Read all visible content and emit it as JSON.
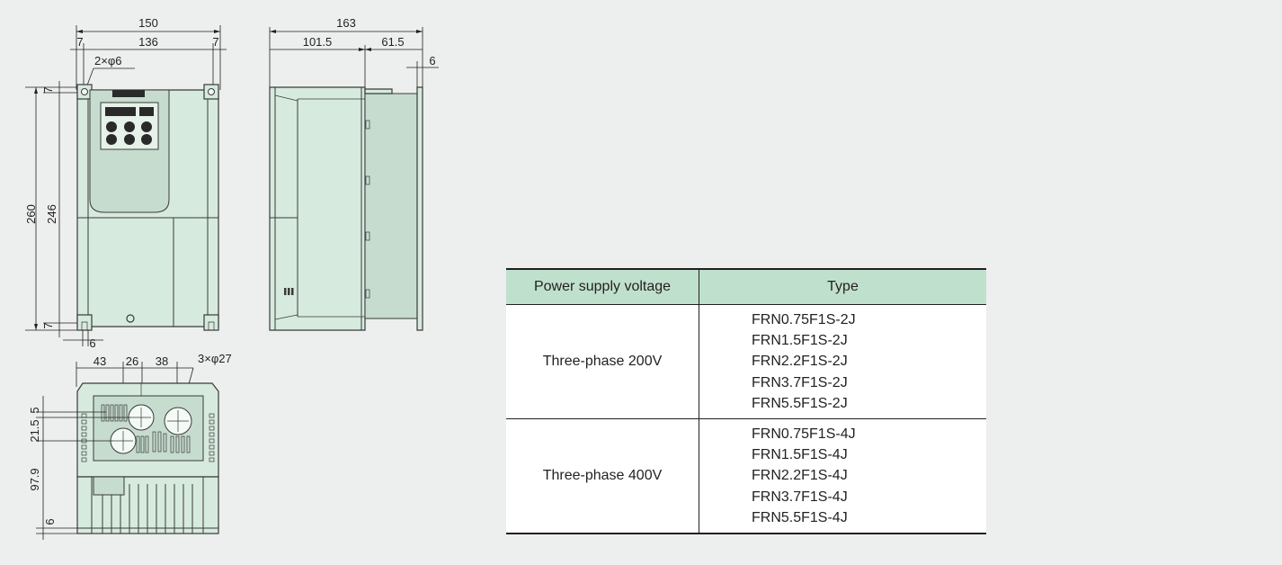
{
  "dimensions": {
    "front": {
      "overall_width": "150",
      "inner_width": "136",
      "left_margin": "7",
      "right_margin": "7",
      "holes": "2×φ6",
      "overall_height": "260",
      "inner_height": "246",
      "top_margin": "7",
      "bottom_margin": "7",
      "bottom_slot": "6"
    },
    "side": {
      "overall_depth": "163",
      "front_depth": "101.5",
      "rear_depth": "61.5",
      "flange": "6"
    },
    "bottom": {
      "offset_1": "43",
      "offset_2": "26",
      "offset_3": "38",
      "knockouts": "3×φ27",
      "v_1": "5",
      "v_2": "21.5",
      "v_3": "97.9",
      "v_4": "6"
    }
  },
  "table": {
    "headers": [
      "Power supply voltage",
      "Type"
    ],
    "rows": [
      {
        "voltage": "Three-phase 200V",
        "types": [
          "FRN0.75F1S-2J",
          "FRN1.5F1S-2J",
          "FRN2.2F1S-2J",
          "FRN3.7F1S-2J",
          "FRN5.5F1S-2J"
        ]
      },
      {
        "voltage": "Three-phase 400V",
        "types": [
          "FRN0.75F1S-4J",
          "FRN1.5F1S-4J",
          "FRN2.2F1S-4J",
          "FRN3.7F1S-4J",
          "FRN5.5F1S-4J"
        ]
      }
    ]
  },
  "colors": {
    "background": "#ecefed",
    "body_fill": "#d7eade",
    "table_header": "#bfe0cd"
  }
}
